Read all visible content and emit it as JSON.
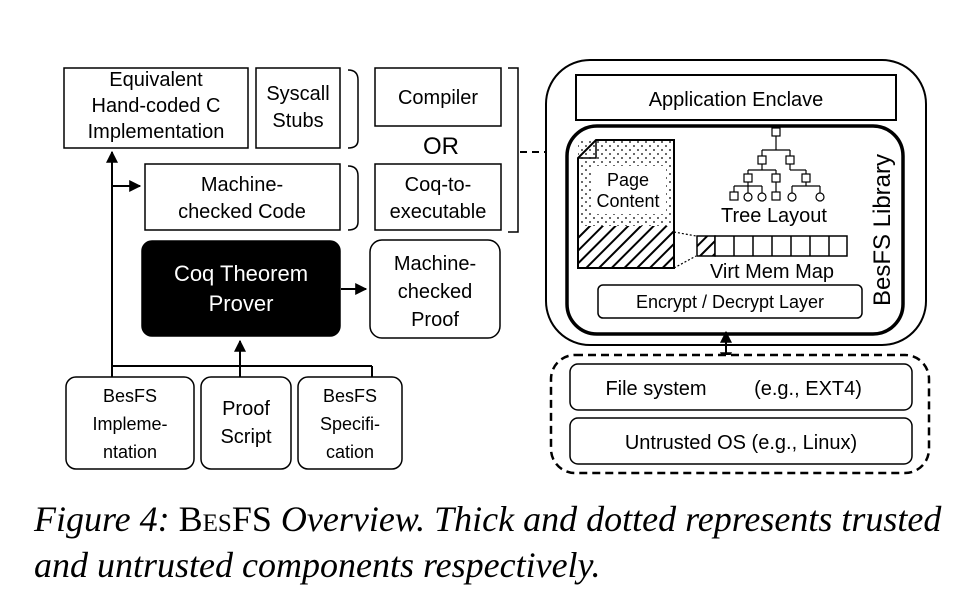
{
  "nodes": {
    "hand_coded": [
      "Equivalent",
      "Hand-coded C",
      "Implementation"
    ],
    "syscall_stubs": [
      "Syscall",
      "Stubs"
    ],
    "compiler": "Compiler",
    "or_label": "OR",
    "machine_checked_code": [
      "Machine-",
      "checked Code"
    ],
    "coq_to_exe": [
      "Coq-to-",
      "executable"
    ],
    "coq_prover": [
      "Coq Theorem",
      "Prover"
    ],
    "machine_checked_proof": [
      "Machine-",
      "checked",
      "Proof"
    ],
    "besfs_impl": [
      "BesFS",
      "Impleme-",
      "ntation"
    ],
    "proof_script": [
      "Proof",
      "Script"
    ],
    "besfs_spec": [
      "BesFS",
      "Specifi-",
      "cation"
    ],
    "app_enclave": "Application Enclave",
    "page_content": [
      "Page",
      "Content"
    ],
    "tree_layout": "Tree Layout",
    "virt_mem_map": "Virt Mem Map",
    "encrypt_layer": "Encrypt / Decrypt Layer",
    "besfs_library": "BesFS  Library",
    "file_system": "File system",
    "file_system_example": "(e.g., EXT4)",
    "untrusted_os": "Untrusted  OS (e.g., Linux)"
  },
  "caption": {
    "label": "Figure 4:",
    "name": "BesFS",
    "text": "Overview. Thick and dotted represents trusted and untrusted components respectively."
  }
}
